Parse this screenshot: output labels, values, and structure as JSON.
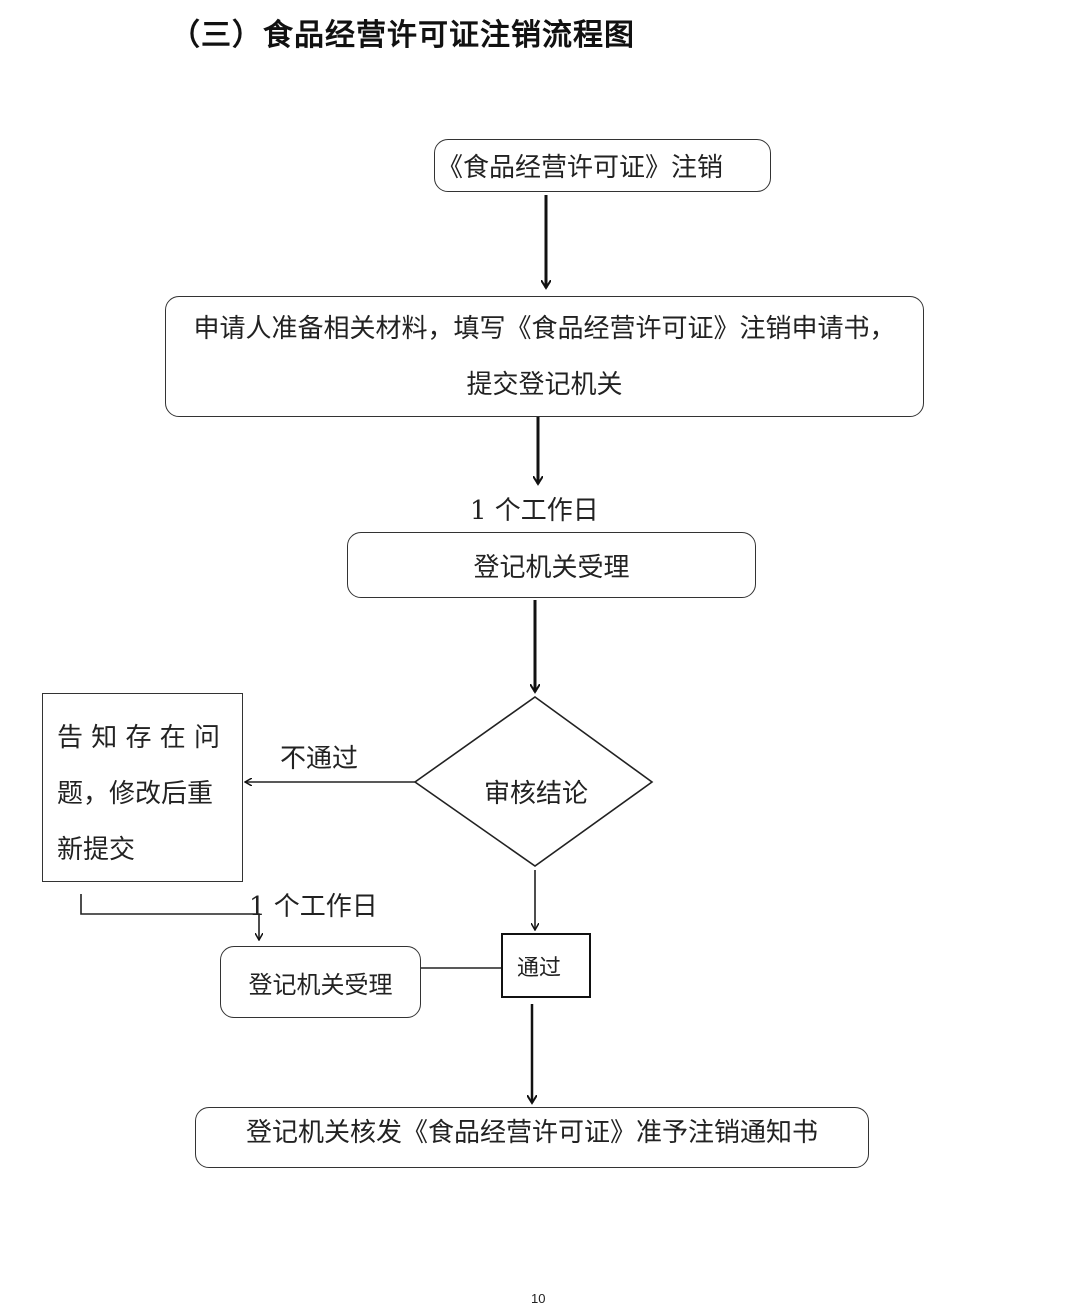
{
  "title": "（三）食品经营许可证注销流程图",
  "nodes": {
    "start": "《食品经营许可证》注销",
    "apply_line1": "申请人准备相关材料，填写《食品经营许可证》注销申请书，",
    "apply_line2": "提交登记机关",
    "accept": "登记机关受理",
    "review": "审核结论",
    "reject_line1": "告 知 存 在 问",
    "reject_line2": "题，修改后重",
    "reject_line3": "新提交",
    "accept2": "登记机关受理",
    "pass": "通过",
    "issue": "登记机关核发《食品经营许可证》准予注销通知书"
  },
  "edge_labels": {
    "days1": "1 个工作日",
    "fail": "不通过",
    "days2": "1 个工作日"
  },
  "page_number": "10"
}
